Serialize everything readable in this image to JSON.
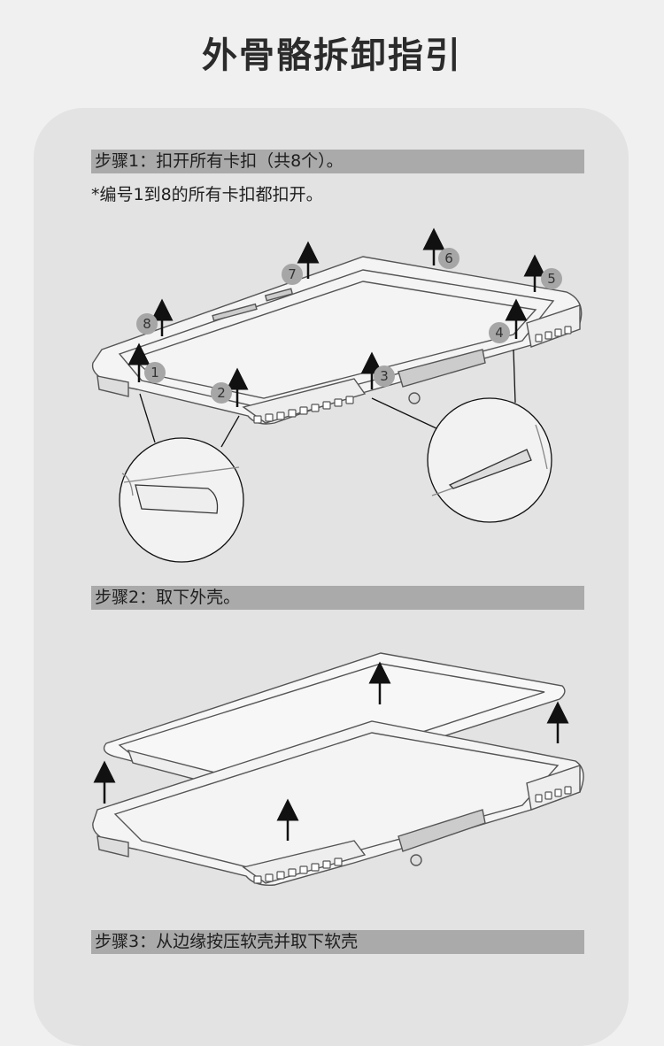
{
  "title": "外骨骼拆卸指引",
  "steps": [
    {
      "label": "步骤1：扣开所有卡扣（共8个）。"
    },
    {
      "label": "步骤2：取下外壳。"
    },
    {
      "label": "步骤3：从边缘按压软壳并取下软壳"
    }
  ],
  "step1_note": "*编号1到8的所有卡扣都扣开。",
  "clip_numbers": [
    "1",
    "2",
    "3",
    "4",
    "5",
    "6",
    "7",
    "8"
  ],
  "colors": {
    "background": "#f0f0f0",
    "panel": "#e3e3e3",
    "step_bar": "#aaaaaa",
    "badge": "#a6a6a6"
  }
}
